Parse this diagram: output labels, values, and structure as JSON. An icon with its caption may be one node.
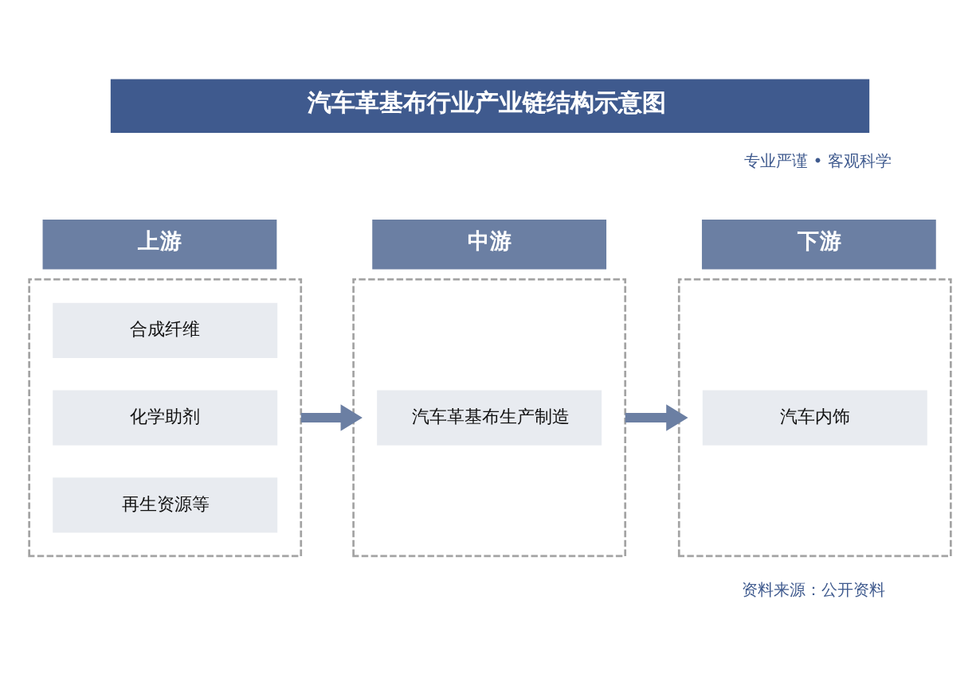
{
  "diagram": {
    "title": "汽车革基布行业产业链结构示意图",
    "nodes": [
      {
        "text": [
          "上游"
        ]
      },
      {
        "text": [],
        "shape": "box"
      },
      {
        "text": [
          "合成纤维"
        ],
        "in": 1
      },
      {
        "text": [
          "化学助剂"
        ],
        "in": 1
      },
      {
        "text": [
          "再生资源等"
        ],
        "in": 1
      },
      {
        "text": [
          "中游"
        ]
      },
      {
        "text": [],
        "shape": "box"
      },
      {
        "text": [
          "汽车革基布生产制造"
        ],
        "in": 6
      },
      {
        "text": [
          "下游"
        ]
      },
      {
        "text": [],
        "shape": "box"
      },
      {
        "text": [
          "汽车内饰"
        ],
        "in": 9
      }
    ],
    "edges": [
      {
        "from": 1,
        "to": 6,
        "arrow": "to"
      },
      {
        "from": 6,
        "to": 9,
        "arrow": "to"
      }
    ],
    "labels": [
      "专业严谨 • 客观科学",
      "资料来源：公开资料"
    ]
  }
}
